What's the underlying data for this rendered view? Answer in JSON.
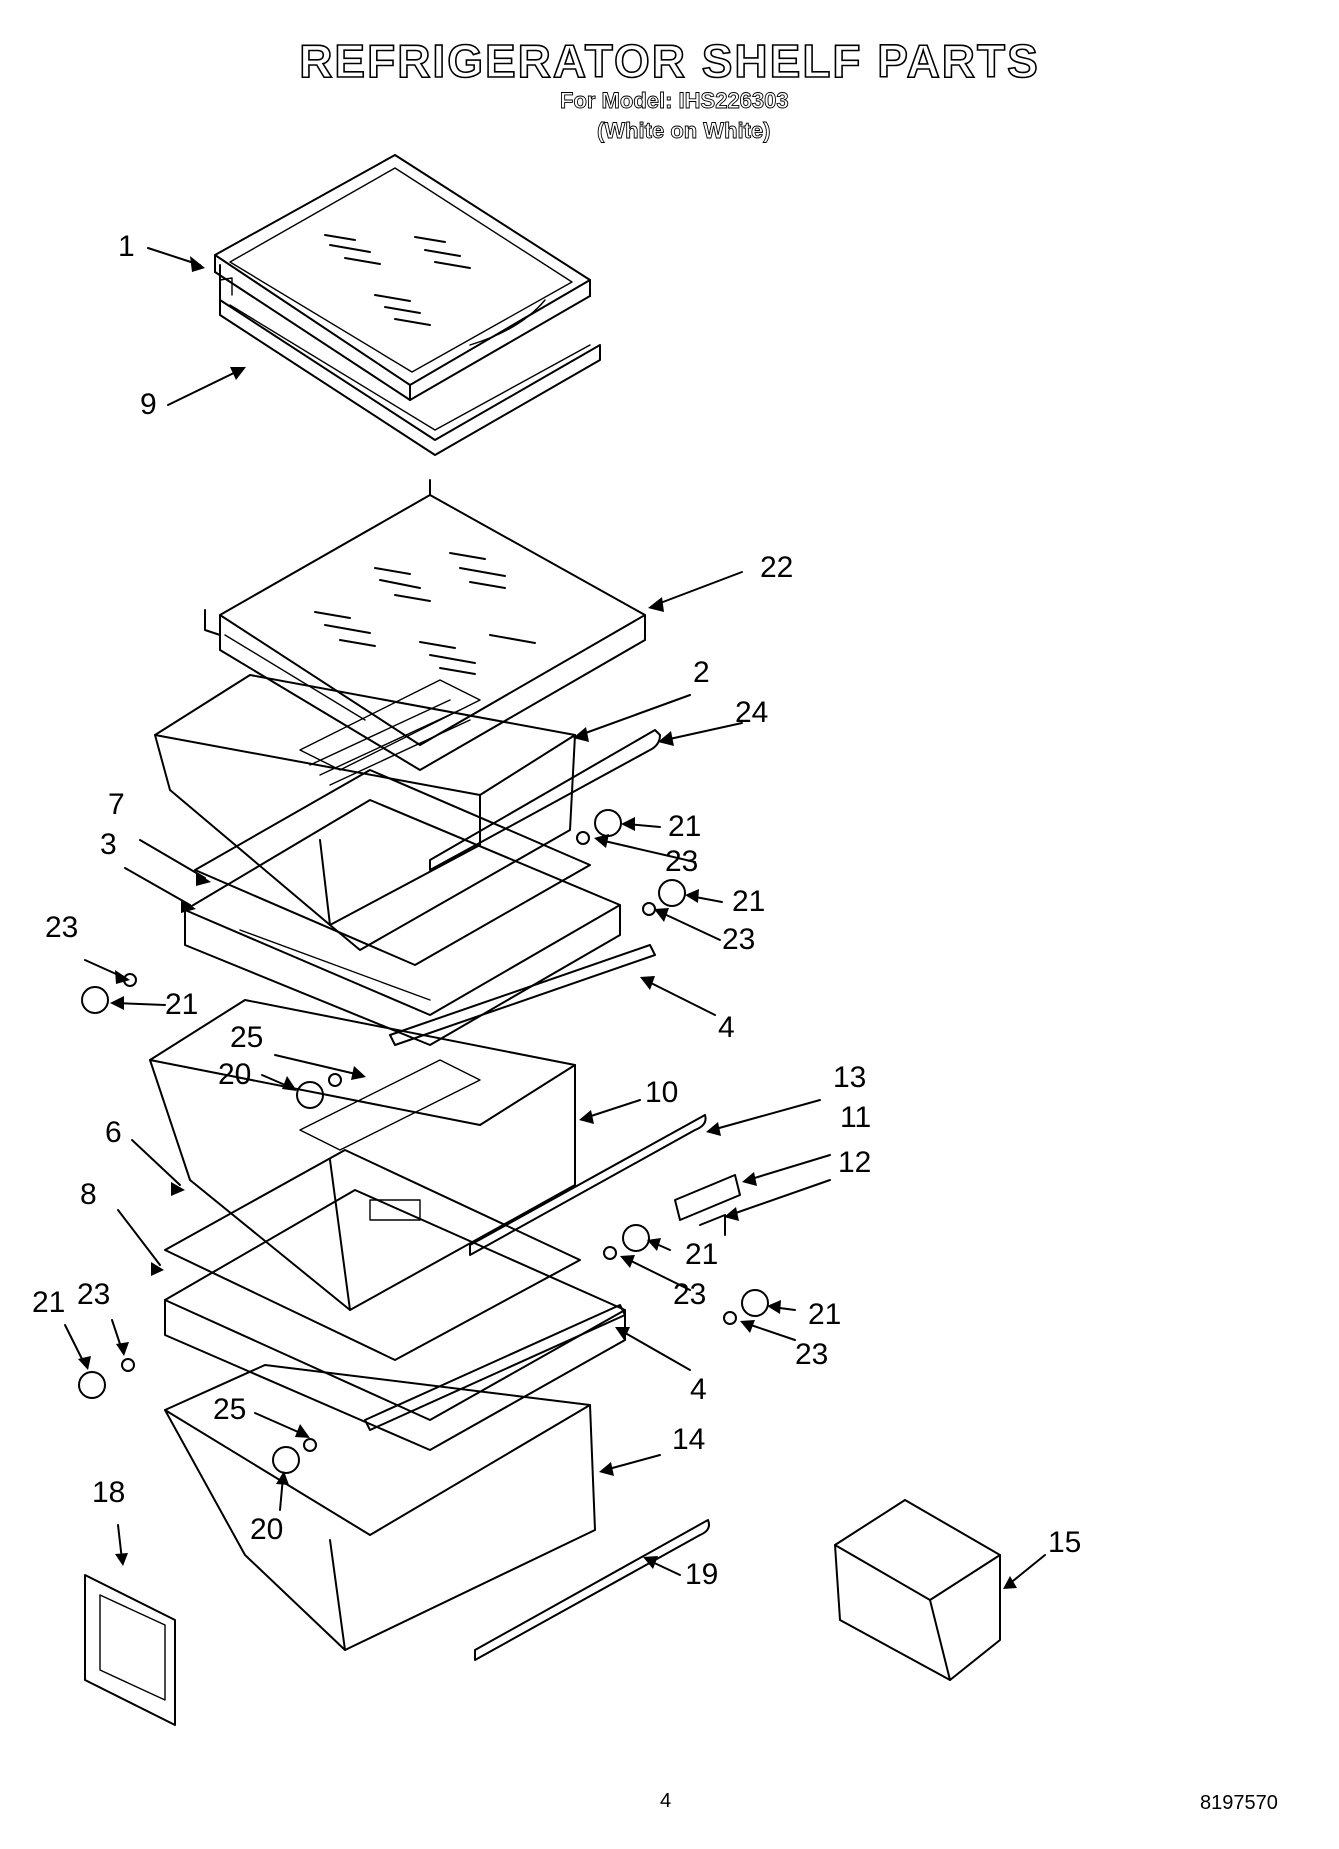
{
  "header": {
    "title": "REFRIGERATOR SHELF PARTS",
    "model_line": "For Model: IHS226303",
    "variant_line": "(White on White)"
  },
  "callouts": [
    "1",
    "9",
    "22",
    "2",
    "24",
    "7",
    "3",
    "21",
    "23",
    "21",
    "23",
    "23",
    "21",
    "4",
    "25",
    "20",
    "10",
    "13",
    "11",
    "12",
    "6",
    "8",
    "21",
    "23",
    "21",
    "23",
    "21",
    "23",
    "4",
    "25",
    "20",
    "14",
    "18",
    "19",
    "15"
  ],
  "footer": {
    "page_number": "4",
    "doc_number": "8197570"
  }
}
